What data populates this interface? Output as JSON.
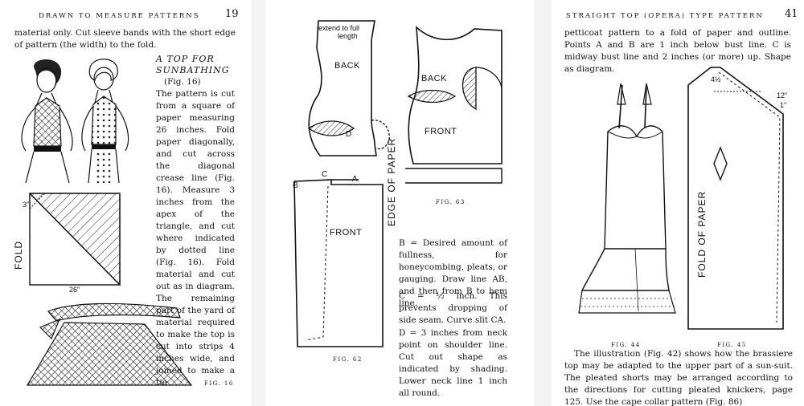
{
  "pages": {
    "left": {
      "running_head": "Drawn to Measure Patterns",
      "page_number": "19",
      "intro": "material only. Cut sleeve bands with the short edge of pattern (the width) to the fold.",
      "heading_line1": "A TOP FOR",
      "heading_line2": "SUNBATHING",
      "fig_ref": "(Fig. 16)",
      "body": "The pattern is cut from a square of paper measuring 26 inches. Fold paper diagonally, and cut across the diagonal crease line (Fig. 16). Measure 3 inches from the apex of the triangle, and cut where indicated by dotted line (Fig. 16). Fold material and cut out as in diagram. The remaining part of the yard of material required to make the top is cut into strips 4 inches wide, and joined to make a tie",
      "diagram": {
        "fold_label": "FOLD",
        "dim_3": "3\"",
        "dim_26": "26\""
      },
      "caption": "FIG. 16"
    },
    "middle": {
      "diagram": {
        "note_line1": "extend to full",
        "note_line2": "length",
        "back": "BACK",
        "front": "FRONT",
        "point_d": "D",
        "point_c": "C",
        "point_a": "A",
        "point_b": "B",
        "edge_of_paper": "EDGE OF PAPER",
        "fig63_back": "BACK",
        "fig63_front": "FRONT"
      },
      "caption_62": "FIG. 62",
      "caption_63": "FIG. 63",
      "para_b": "B = Desired amount of fullness, for honeycombing, pleats, or gauging. Draw line AB, and then from B to hem line.",
      "para_c": "C = ½ inch. This prevents dropping of side seam. Curve slit CA.",
      "para_d": "D = 3 inches from neck point on shoulder line. Cut out shape as indicated by shading. Lower neck line 1 inch all round."
    },
    "right": {
      "running_head": "Straight Top (Opera) Type Pattern",
      "page_number": "41",
      "intro": "petticoat pattern to a fold of paper and outline. Points A and B are 1 inch below bust line. C is midway bust line and 2 inches (or more) up. Shape as diagram.",
      "diagram": {
        "fold_of_paper": "FOLD OF PAPER",
        "dim_4": "4½",
        "dim_12": "12\"",
        "dim_1": "1\""
      },
      "caption_44": "FIG. 44",
      "caption_45": "FIG. 45",
      "bottom": "The illustration (Fig. 42) shows how the brassiere top may be adapted to the upper part of a sun-suit. The pleated shorts may be arranged according to the directions for cutting pleated knickers, page 125. Use the cape collar pattern (Fig. 86)"
    }
  }
}
